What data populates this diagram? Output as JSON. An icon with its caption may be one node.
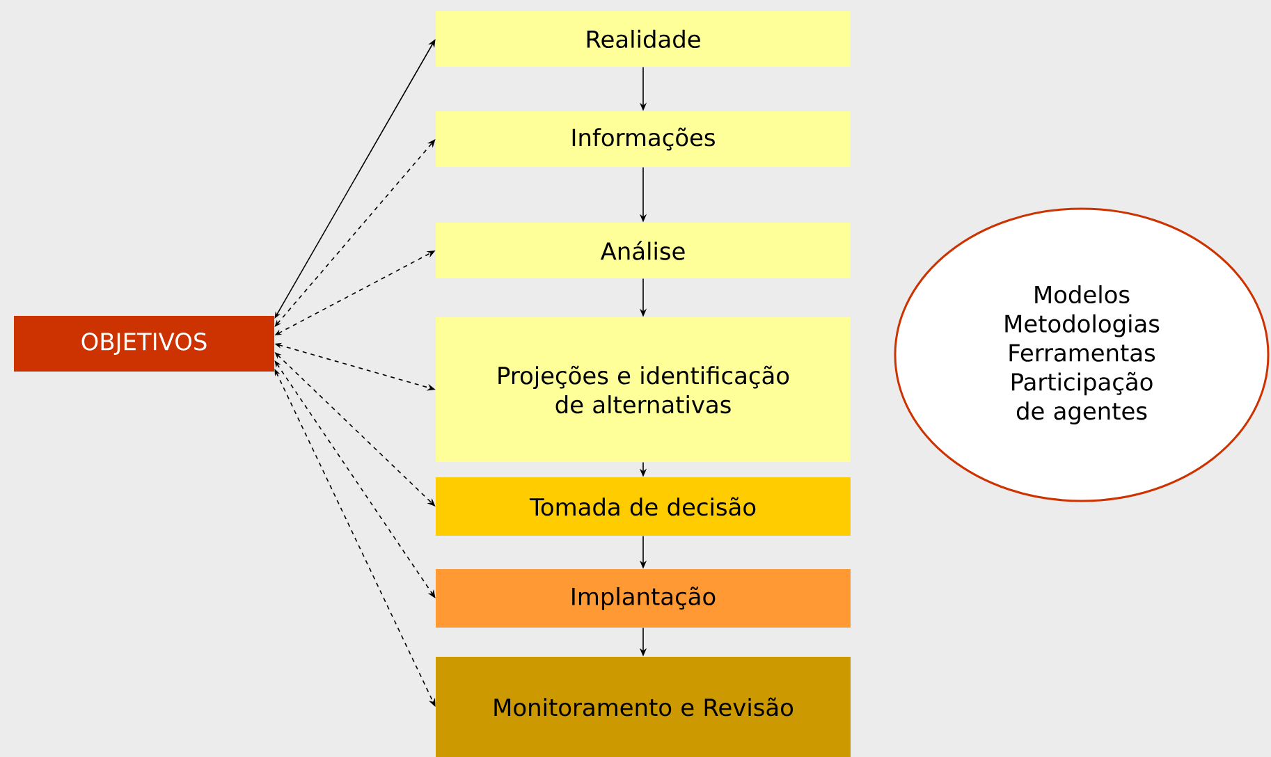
{
  "diagram": {
    "nodes": [
      {
        "text": [
          "OBJETIVOS"
        ]
      },
      {
        "text": [
          "Realidade"
        ]
      },
      {
        "text": [
          "Informações"
        ]
      },
      {
        "text": [
          "Análise"
        ]
      },
      {
        "text": [
          "Projeções e identificação de alternativas"
        ]
      },
      {
        "text": [
          "Tomada de decisão"
        ]
      },
      {
        "text": [
          "Implantação"
        ]
      },
      {
        "text": [
          "Monitoramento e Revisão"
        ]
      },
      {
        "text": [
          "Modelos",
          "Metodologias",
          "Ferramentas",
          "Participação de agentes"
        ]
      }
    ],
    "edges": [
      {
        "from": 1,
        "to": 2,
        "arrow": "to"
      },
      {
        "from": 2,
        "to": 3,
        "arrow": "to"
      },
      {
        "from": 3,
        "to": 4,
        "arrow": "to"
      },
      {
        "from": 4,
        "to": 5,
        "arrow": "to"
      },
      {
        "from": 5,
        "to": 6,
        "arrow": "to"
      },
      {
        "from": 6,
        "to": 7,
        "arrow": "to"
      },
      {
        "from": 0,
        "to": 1,
        "arrow": "both"
      },
      {
        "from": 0,
        "to": 2,
        "arrow": "both",
        "style": "dashed"
      },
      {
        "from": 0,
        "to": 3,
        "arrow": "both",
        "style": "dashed"
      },
      {
        "from": 0,
        "to": 4,
        "arrow": "both",
        "style": "dashed"
      },
      {
        "from": 0,
        "to": 5,
        "arrow": "both",
        "style": "dashed"
      },
      {
        "from": 0,
        "to": 6,
        "arrow": "both",
        "style": "dashed"
      },
      {
        "from": 0,
        "to": 7,
        "arrow": "both",
        "style": "dashed"
      }
    ]
  }
}
